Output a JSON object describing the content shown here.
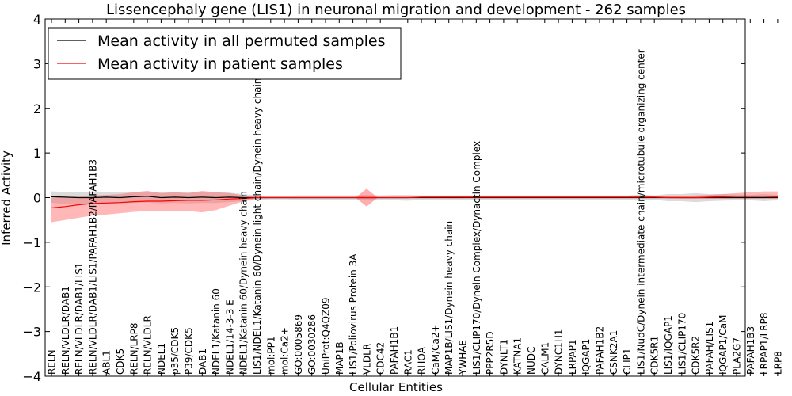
{
  "chart_data": {
    "type": "line",
    "title": "Lissencephaly gene (LIS1) in neuronal migration and development - 262 samples",
    "xlabel": "Cellular Entities",
    "ylabel": "Inferred Activity",
    "ylim": [
      -4,
      4
    ],
    "yticks": [
      -4,
      -3,
      -2,
      -1,
      0,
      1,
      2,
      3,
      4
    ],
    "grid": false,
    "legend_position": "top-left",
    "categories": [
      "RELN",
      "RELN/VLDLR/DAB1",
      "RELN/VLDLR/DAB1/LIS1",
      "RELN/VLDLR/DAB1/LIS1/PAFAH1B2/PAFAH1B3",
      "ABL1",
      "CDK5",
      "RELN/LRP8",
      "RELN/VLDLR",
      "NDEL1",
      "p35/CDK5",
      "P39/CDK5",
      "DAB1",
      "NDEL1/Katanin 60",
      "NDEL1/14-3-3 E",
      "NDEL1/Katanin 60/Dynein heavy chain",
      "LIS1/NDEL1/Katanin 60/Dynein light chain/Dynein heavy chain",
      "mol:PP1",
      "mol:Ca2+",
      "GO:0005869",
      "GO:0030286",
      "UniProt:Q4QZ09",
      "MAP1B",
      "LIS1/Poliovirus Protein 3A",
      "VLDLR",
      "CDC42",
      "PAFAH1B1",
      "RAC1",
      "RHOA",
      "CaM/Ca2+",
      "MAP1B/LIS1/Dynein heavy chain",
      "YWHAE",
      "LIS1/CLIP170/Dynein Complex/Dynactin Complex",
      "PPP2R5D",
      "DYNLT1",
      "KATNA1",
      "NUDC",
      "CALM1",
      "DYNC1H1",
      "LRPAP1",
      "IQGAP1",
      "PAFAH1B2",
      "CSNK2A1",
      "CLIP1",
      "LIS1/NudC/Dynein intermediate chain/microtubule organizing center",
      "CDK5R1",
      "LIS1/IQGAP1",
      "LIS1/CLIP170",
      "CDK5R2",
      "PAFAH/LIS1",
      "IQGAP1/CaM",
      "PLA2G7",
      "PAFAH1B3",
      "LRPAP1/LRP8",
      "LRP8"
    ],
    "series": [
      {
        "name": "Mean activity in all permuted samples",
        "color": "#000000",
        "band_color": "#b0b0b0",
        "values": [
          0.02,
          0.01,
          0.0,
          0.0,
          0.01,
          0.0,
          0.02,
          0.03,
          0.0,
          0.01,
          0.0,
          0.01,
          0.0,
          0.01,
          0.0,
          0.0,
          0.0,
          0.0,
          0.0,
          0.0,
          0.0,
          0.0,
          0.0,
          0.0,
          0.0,
          0.0,
          0.0,
          0.0,
          0.0,
          0.0,
          0.0,
          0.0,
          0.0,
          0.0,
          0.0,
          0.0,
          0.0,
          0.0,
          0.0,
          0.0,
          0.0,
          0.0,
          0.0,
          0.0,
          0.0,
          0.0,
          0.0,
          0.0,
          0.0,
          0.0,
          0.0,
          0.0,
          0.0,
          0.0
        ],
        "lower": [
          -0.12,
          -0.14,
          -0.14,
          -0.13,
          -0.14,
          -0.13,
          -0.12,
          -0.11,
          -0.13,
          -0.12,
          -0.13,
          -0.12,
          -0.12,
          -0.1,
          -0.08,
          -0.05,
          -0.04,
          -0.04,
          -0.05,
          -0.05,
          -0.05,
          -0.05,
          -0.05,
          -0.06,
          -0.05,
          -0.06,
          -0.07,
          -0.05,
          -0.05,
          -0.05,
          -0.06,
          -0.05,
          -0.06,
          -0.05,
          -0.06,
          -0.05,
          -0.06,
          -0.05,
          -0.06,
          -0.05,
          -0.06,
          -0.05,
          -0.06,
          -0.07,
          -0.05,
          -0.08,
          -0.08,
          -0.1,
          -0.08,
          -0.07,
          -0.06,
          -0.06,
          -0.08,
          -0.06
        ],
        "upper": [
          0.14,
          0.13,
          0.12,
          0.12,
          0.12,
          0.12,
          0.13,
          0.14,
          0.12,
          0.12,
          0.12,
          0.13,
          0.13,
          0.11,
          0.08,
          0.05,
          0.04,
          0.04,
          0.05,
          0.05,
          0.05,
          0.05,
          0.05,
          0.06,
          0.05,
          0.06,
          0.06,
          0.05,
          0.05,
          0.05,
          0.05,
          0.05,
          0.05,
          0.05,
          0.05,
          0.05,
          0.05,
          0.05,
          0.05,
          0.05,
          0.05,
          0.05,
          0.05,
          0.07,
          0.05,
          0.08,
          0.08,
          0.1,
          0.08,
          0.08,
          0.07,
          0.06,
          0.08,
          0.06
        ]
      },
      {
        "name": "Mean activity in patient samples",
        "color": "#ff0000",
        "band_color": "#ff6060",
        "values": [
          -0.23,
          -0.2,
          -0.16,
          -0.13,
          -0.12,
          -0.11,
          -0.09,
          -0.08,
          -0.08,
          -0.07,
          -0.06,
          -0.06,
          -0.05,
          -0.03,
          -0.02,
          0.0,
          0.0,
          0.0,
          0.0,
          0.0,
          0.0,
          0.0,
          0.0,
          0.0,
          0.0,
          0.0,
          0.0,
          0.01,
          0.01,
          0.01,
          0.01,
          0.01,
          0.01,
          0.01,
          0.01,
          0.01,
          0.01,
          0.01,
          0.01,
          0.01,
          0.01,
          0.01,
          0.01,
          0.01,
          0.01,
          0.0,
          0.0,
          0.0,
          0.01,
          0.02,
          0.03,
          0.03,
          0.03,
          0.02
        ],
        "lower": [
          -0.55,
          -0.5,
          -0.45,
          -0.4,
          -0.38,
          -0.35,
          -0.32,
          -0.3,
          -0.3,
          -0.3,
          -0.3,
          -0.33,
          -0.28,
          -0.18,
          -0.08,
          -0.02,
          -0.01,
          -0.01,
          -0.01,
          -0.01,
          -0.01,
          -0.01,
          -0.01,
          -0.01,
          -0.01,
          -0.01,
          -0.01,
          0.0,
          0.0,
          -0.01,
          -0.01,
          0.0,
          0.0,
          0.0,
          0.0,
          0.0,
          0.0,
          0.0,
          0.0,
          0.0,
          0.0,
          0.0,
          0.0,
          -0.01,
          0.0,
          -0.01,
          -0.02,
          -0.02,
          -0.02,
          -0.02,
          -0.02,
          -0.02,
          -0.02,
          -0.02
        ],
        "upper": [
          0.0,
          0.02,
          0.02,
          0.05,
          0.06,
          0.08,
          0.12,
          0.15,
          0.1,
          0.12,
          0.1,
          0.15,
          0.12,
          0.1,
          0.05,
          0.02,
          0.01,
          0.01,
          0.01,
          0.01,
          0.01,
          0.01,
          0.01,
          0.01,
          0.01,
          0.01,
          0.01,
          0.02,
          0.02,
          0.03,
          0.03,
          0.02,
          0.02,
          0.02,
          0.02,
          0.02,
          0.02,
          0.02,
          0.02,
          0.02,
          0.02,
          0.02,
          0.02,
          0.03,
          0.03,
          0.03,
          0.03,
          0.05,
          0.06,
          0.08,
          0.1,
          0.12,
          0.14,
          0.14
        ]
      }
    ],
    "annotations": [
      {
        "category_index": 23,
        "y": 0.0,
        "shape": "diamond",
        "y_extent": 0.2,
        "color": "#ff6060"
      }
    ]
  }
}
